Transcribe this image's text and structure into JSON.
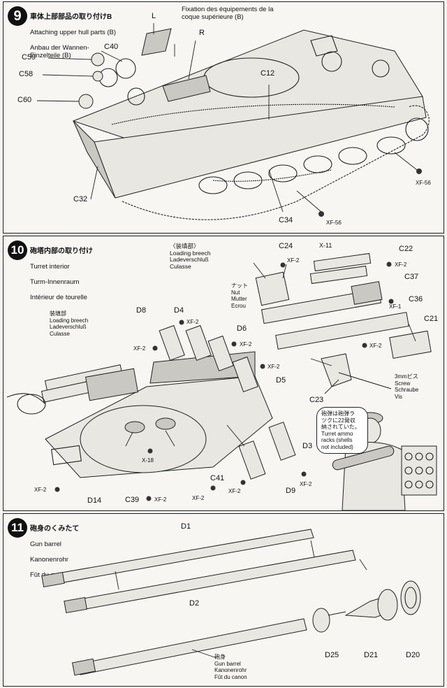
{
  "step9": {
    "number": "9",
    "title_jp": "車体上部部品の取り付けB",
    "title_en": "Attaching upper hull parts (B)",
    "title_de": "Anbau der Wannen-\nEinzelteile (B)",
    "title_fr": "Fixation des équipements de la\ncoque supérieure (B)",
    "parts": {
      "L": "L",
      "R": "R",
      "C40": "C40",
      "C59": "C59",
      "C58": "C58",
      "C60": "C60",
      "C12": "C12",
      "C32": "C32",
      "C34": "C34",
      "XF56a": "XF-56",
      "XF56b": "XF-56"
    }
  },
  "step10": {
    "number": "10",
    "title_jp": "砲塔内部の取り付け",
    "title_en": "Turret interior",
    "title_de": "Turm-Innenraum",
    "title_fr": "Intérieur de tourelle",
    "breech_title": "〈装填部〉\nLoading breech\nLadeverschluß\nCulasse",
    "breech_left": "装填部\nLoading breech\nLadeverschluß\nCulasse",
    "nut": "ナット\nNut\nMutter\nEcrou",
    "screw": "3mmビス\nScrew\nSchraube\nVis",
    "ammo_note": "砲弾は砲弾ラ\nツクに22発収\n納されていた。\nTurret ammo\nracks (shells\nnot included)",
    "parts": {
      "C24": "C24",
      "X11": "X-11",
      "C22": "C22",
      "C37": "C37",
      "C36": "C36",
      "C21": "C21",
      "C23": "C23",
      "D8": "D8",
      "D4": "D4",
      "D6": "D6",
      "D5": "D5",
      "D3": "D3",
      "D9": "D9",
      "D14": "D14",
      "C39": "C39",
      "C41": "C41",
      "X18": "X-18"
    },
    "paints": {
      "xf2_c24": "XF-2",
      "xf2_c22": "XF-2",
      "xf1": "XF-1",
      "xf2_c36": "XF-2",
      "xf2_d4": "XF-2",
      "xf2_d8": "XF-2",
      "xf2_d6": "XF-2",
      "xf2_d5": "XF-2",
      "xf2_d14": "XF-2",
      "xf2_c39": "XF-2",
      "xf2_c41": "XF-2",
      "xf2_d9": "XF-2",
      "xf2_d3": "XF-2"
    }
  },
  "step11": {
    "number": "11",
    "title_jp": "砲身のくみたて",
    "title_en": "Gun barrel",
    "title_de": "Kanonenrohr",
    "title_fr": "Fût du canon",
    "barrel_note": "砲身\nGun barrel\nKanonenrohr\nFût du canon",
    "parts": {
      "D1": "D1",
      "D2": "D2",
      "D25": "D25",
      "D21": "D21",
      "D20": "D20"
    }
  }
}
